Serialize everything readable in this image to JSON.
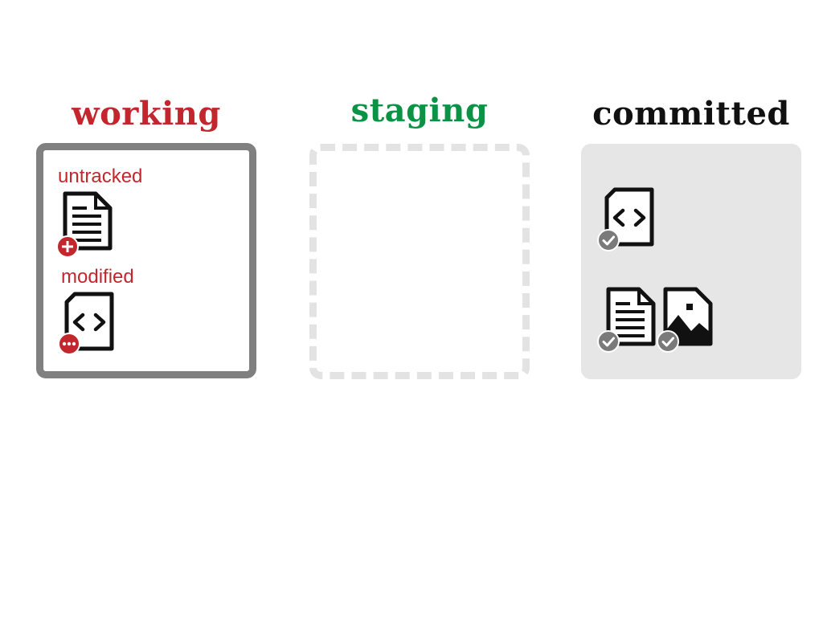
{
  "colors": {
    "working": "#c1272d",
    "staging": "#0a9344",
    "committed": "#111111",
    "working_border": "#808080",
    "staging_border": "#e3e3e3",
    "committed_fill": "#e6e6e6",
    "check_badge": "#7a7a7a"
  },
  "columns": {
    "working": {
      "title": "working",
      "groups": [
        {
          "label": "untracked",
          "files": [
            {
              "icon": "text-file-icon",
              "badge": "plus-badge-icon"
            }
          ]
        },
        {
          "label": "modified",
          "files": [
            {
              "icon": "code-file-icon",
              "badge": "ellipsis-badge-icon"
            }
          ]
        }
      ]
    },
    "staging": {
      "title": "staging",
      "files": []
    },
    "committed": {
      "title": "committed",
      "files": [
        {
          "icon": "code-file-icon",
          "badge": "check-badge-icon"
        },
        {
          "icon": "text-file-icon",
          "badge": "check-badge-icon"
        },
        {
          "icon": "image-file-icon",
          "badge": "check-badge-icon"
        }
      ]
    }
  }
}
